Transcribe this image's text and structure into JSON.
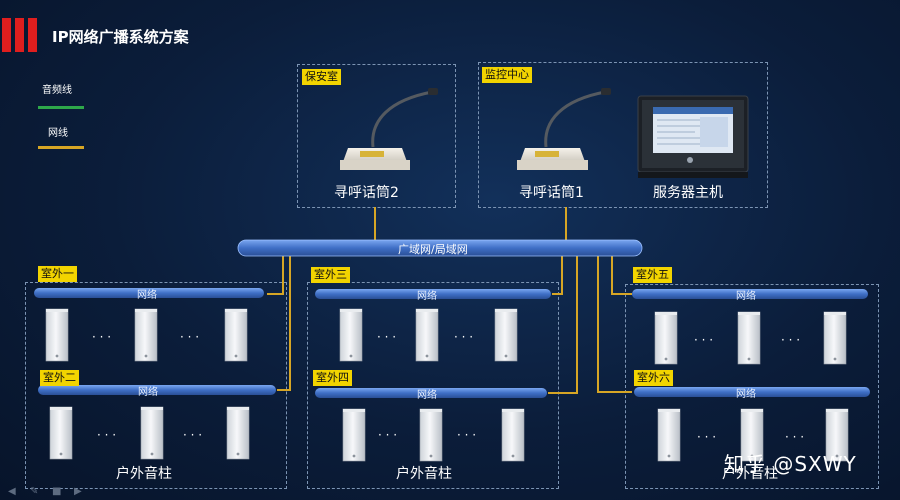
{
  "title": "IP网络广播系统方案",
  "legend": {
    "audio_label": "音频线",
    "network_label": "网线",
    "audio_color": "#2ea84a",
    "network_color": "#d7a625"
  },
  "zones": {
    "security": {
      "tag": "保安室",
      "device_caption": "寻呼话筒2"
    },
    "monitor": {
      "tag": "监控中心",
      "mic_caption": "寻呼话筒1",
      "server_caption": "服务器主机"
    }
  },
  "wan_label": "广域网/局域网",
  "outdoor_groups": [
    {
      "tag": "室外一",
      "bus": "网络"
    },
    {
      "tag": "室外二",
      "bus": "网络"
    },
    {
      "tag": "室外三",
      "bus": "网络"
    },
    {
      "tag": "室外四",
      "bus": "网络"
    },
    {
      "tag": "室外五",
      "bus": "网络"
    },
    {
      "tag": "室外六",
      "bus": "网络"
    }
  ],
  "ellipsis": "· · ·",
  "bottom_captions": [
    "户外音柱",
    "户外音柱",
    "户外音柱"
  ],
  "watermark": "知乎 @SXWY",
  "colors": {
    "accent_red": "#e01e1e",
    "tag_yellow": "#f2d400",
    "bus_blue": "#4f7fd6",
    "wire_gold": "#d7a625"
  }
}
